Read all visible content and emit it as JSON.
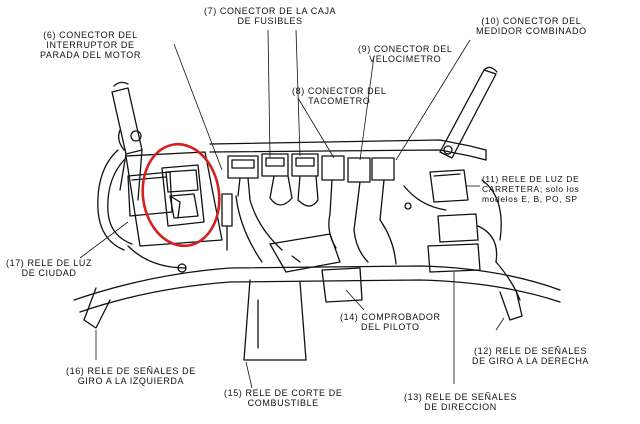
{
  "labels": {
    "l6": [
      "(6) CONECTOR DEL",
      "INTERRUPTOR DE",
      "PARADA DEL MOTOR"
    ],
    "l7": [
      "(7) CONECTOR DE LA CAJA",
      "DE FUSIBLES"
    ],
    "l10": [
      "(10) CONECTOR DEL",
      "MEDIDOR COMBINADO"
    ],
    "l9": [
      "(9) CONECTOR DEL",
      "VELOCIMETRO"
    ],
    "l8": [
      "(8) CONECTOR DEL",
      "TACOMETRO"
    ],
    "l11": [
      "(11) RELE DE LUZ DE",
      "CARRETERA; solo los",
      "modelos E, B, PO, SP"
    ],
    "l17": [
      "(17) RELE DE LUZ",
      "DE CIUDAD"
    ],
    "l14": [
      "(14) COMPROBADOR",
      "DEL PILOTO"
    ],
    "l12": [
      "(12) RELE DE SEÑALES",
      "DE GIRO A LA DERECHA"
    ],
    "l16": [
      "(16) RELE DE SEÑALES DE",
      "GIRO A LA IZQUIERDA"
    ],
    "l15": [
      "(15) RELE DE CORTE DE",
      "COMBUSTIBLE"
    ],
    "l13": [
      "(13) RELE DE SEÑALES",
      "DE DIRECCION"
    ]
  },
  "colors": {
    "ink": "#111111",
    "highlight_circle": "#d42020"
  }
}
